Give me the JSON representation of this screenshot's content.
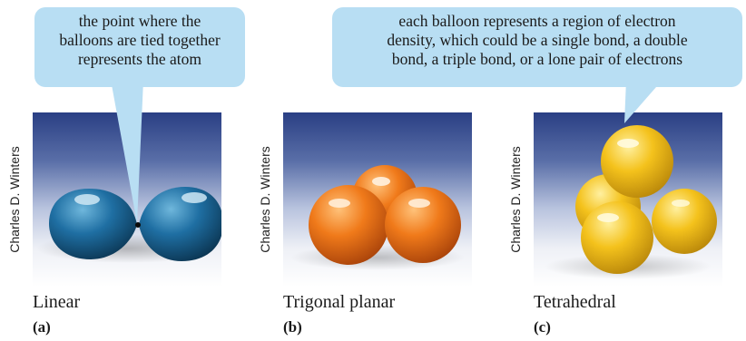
{
  "callouts": {
    "atom": {
      "lines": [
        "the point where the",
        "balloons are tied together",
        "represents the atom"
      ]
    },
    "balloon": {
      "lines": [
        "each balloon represents a region of electron",
        "density, which could be a single bond, a double",
        "bond, a triple bond, or a lone pair of electrons"
      ]
    },
    "background_color": "#b8def3"
  },
  "panels": [
    {
      "credit": "Charles D. Winters",
      "caption": "Linear",
      "letter": "(a)",
      "balloon_color": "#1f6fa3"
    },
    {
      "credit": "Charles D. Winters",
      "caption": "Trigonal planar",
      "letter": "(b)",
      "balloon_color": "#f07a1a"
    },
    {
      "credit": "Charles D. Winters",
      "caption": "Tetrahedral",
      "letter": "(c)",
      "balloon_color": "#f4c21c"
    }
  ]
}
